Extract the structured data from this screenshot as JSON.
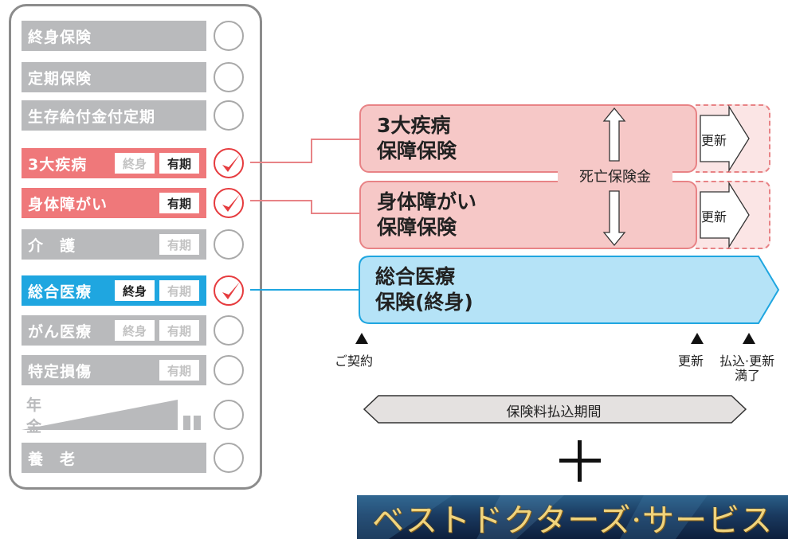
{
  "options": [
    {
      "label": "終身保険",
      "tags": [],
      "checked": false,
      "style": "gray"
    },
    {
      "label": "定期保険",
      "tags": [],
      "checked": false,
      "style": "gray"
    },
    {
      "label": "生存給付金付定期",
      "tags": [],
      "checked": false,
      "style": "gray"
    },
    {
      "label": "3大疾病",
      "tags": [
        {
          "text": "終身",
          "active": false
        },
        {
          "text": "有期",
          "active": true
        }
      ],
      "checked": true,
      "style": "red"
    },
    {
      "label": "身体障がい",
      "tags": [
        {
          "text": "有期",
          "active": true
        }
      ],
      "checked": true,
      "style": "red"
    },
    {
      "label": "介　護",
      "tags": [
        {
          "text": "有期",
          "active": false
        }
      ],
      "checked": false,
      "style": "gray"
    },
    {
      "label": "総合医療",
      "tags": [
        {
          "text": "終身",
          "active": true
        },
        {
          "text": "有期",
          "active": false
        }
      ],
      "checked": true,
      "style": "blue"
    },
    {
      "label": "がん医療",
      "tags": [
        {
          "text": "終身",
          "active": false
        },
        {
          "text": "有期",
          "active": false
        }
      ],
      "checked": false,
      "style": "gray"
    },
    {
      "label": "特定損傷",
      "tags": [
        {
          "text": "有期",
          "active": false
        }
      ],
      "checked": false,
      "style": "gray"
    },
    {
      "label": "年　金",
      "tags": [],
      "checked": false,
      "style": "pension"
    },
    {
      "label": "養　老",
      "tags": [],
      "checked": false,
      "style": "gray"
    }
  ],
  "diagram": {
    "bar_3dai_line1": "3大疾病",
    "bar_3dai_line2": "保障保険",
    "bar_shintai_line1": "身体障がい",
    "bar_shintai_line2": "保障保険",
    "bar_iryo_line1": "総合医療",
    "bar_iryo_line2": "保険(終身)",
    "death_benefit": "死亡保険金",
    "renew_1": "更新",
    "renew_2": "更新",
    "contract": "ご契約",
    "renewal": "更新",
    "end_line1": "払込·更新",
    "end_line2": "満了",
    "premium_period": "保険料払込期間",
    "plus": "+"
  },
  "banner": {
    "text": "ベストドクターズ·サービス"
  },
  "colors": {
    "gray": "#b9babc",
    "red": "#ef787a",
    "blue": "#1fa6e0",
    "pink_fill": "#f6c8c7",
    "pink_border": "#e88386",
    "light_blue": "#b5e3f7",
    "check": "#e63b3e"
  }
}
